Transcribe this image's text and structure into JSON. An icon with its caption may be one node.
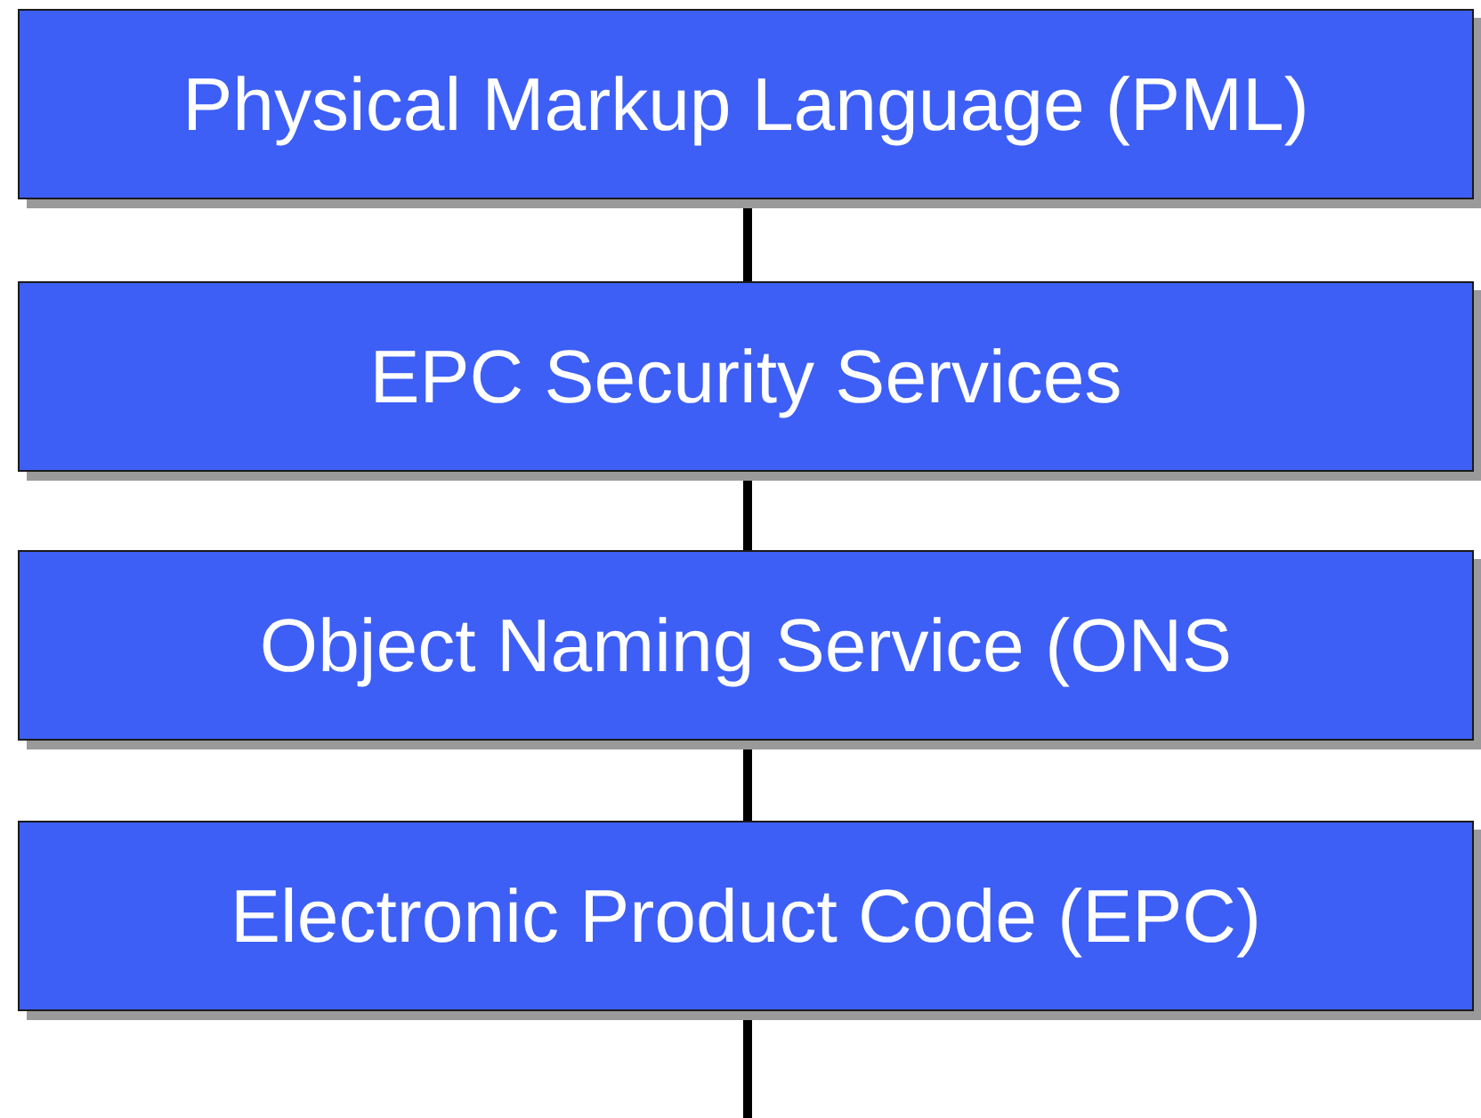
{
  "diagram": {
    "nodes": [
      {
        "text": [
          "Physical Markup Language (PML)"
        ]
      },
      {
        "text": [
          "EPC Security Services"
        ]
      },
      {
        "text": [
          "Object Naming Service (ONS"
        ]
      },
      {
        "text": [
          "Electronic Product Code (EPC)"
        ]
      }
    ],
    "edges": [
      {
        "from": 0,
        "to": 1,
        "arrow": "none"
      },
      {
        "from": 1,
        "to": 2,
        "arrow": "none"
      },
      {
        "from": 2,
        "to": 3,
        "arrow": "none"
      },
      {
        "from": 3,
        "to": null,
        "arrow": "none"
      }
    ]
  }
}
